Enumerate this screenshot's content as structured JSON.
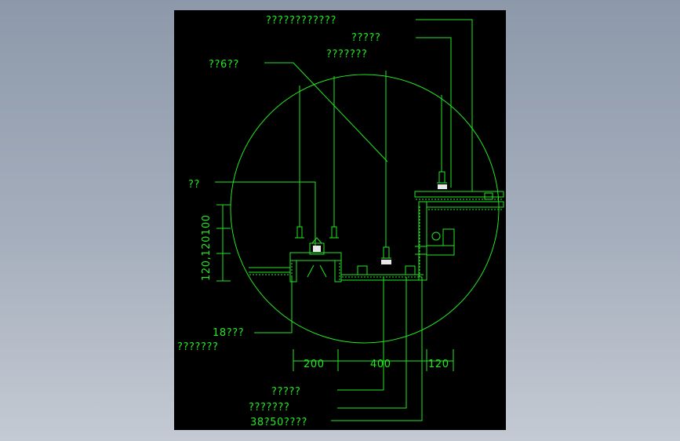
{
  "colors": {
    "background_top": "#8d99aa",
    "background_bottom": "#c4cad3",
    "viewport": "#000000",
    "lines": "#22e622",
    "white_detail": "#e8e8e8"
  },
  "labels": {
    "top_1": "????????????",
    "top_2": "?????",
    "top_3": "???????",
    "rod": "??6??",
    "left_small": "??",
    "bottom_left_1": "18???",
    "bottom_left_2": "???????",
    "bottom_right_1": "?????",
    "bottom_right_2": "???????",
    "bottom_right_3": "38?50????"
  },
  "dimensions": {
    "horizontal": [
      "200",
      "400",
      "120"
    ],
    "vertical": "120,120100"
  }
}
